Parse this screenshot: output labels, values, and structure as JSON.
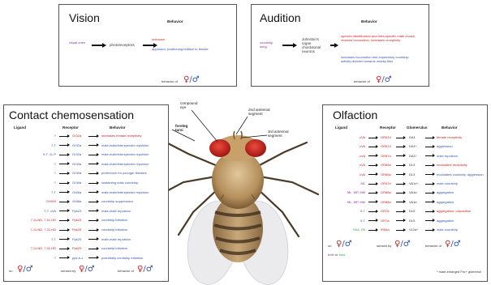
{
  "vision": {
    "title": "Vision",
    "behavior_header": "Behavior",
    "cue": "visual cues",
    "receptor": "photoreceptors",
    "behaviors": [
      "unknown",
      "approach, positioning relative to female"
    ],
    "footer": "behavior of"
  },
  "audition": {
    "title": "Audition",
    "behavior_header": "Behavior",
    "cue": "courtship song",
    "receptor": "Johnston's organ chordotonal neurons",
    "behaviors": [
      "species identification and intra-specific mate choice, reduces locomotion, increases receptivity",
      "increases locomotion and exploratory courtship activity directed towards nearby flies"
    ],
    "footer": "behavior of"
  },
  "contact": {
    "title": "Contact chemosensation",
    "headers": [
      "Ligand",
      "Receptor",
      "Behavior"
    ],
    "rows": [
      {
        "ligand": "?",
        "receptor": "Gr32a",
        "behavior": "increases female receptivity"
      },
      {
        "ligand": "7-T",
        "receptor": "Gr32a",
        "behavior": "male-male/interspecies repulsion"
      },
      {
        "ligand": "9-T, 11-P",
        "receptor": "Gr32a",
        "behavior": "male-male/interspecies repulsion"
      },
      {
        "ligand": "?",
        "receptor": "Gr33a",
        "behavior": "male-male/interspecies repulsion"
      },
      {
        "ligand": "?",
        "receptor": "Gr39a",
        "behavior": "preference for younger females"
      },
      {
        "ligand": "?",
        "receptor": "Gr39a",
        "behavior": "sustaining male courtship"
      },
      {
        "ligand": "7-T",
        "receptor": "Gr66a",
        "behavior": "male-male/interspecies repulsion"
      },
      {
        "ligand": "CH503",
        "receptor": "Gr68a",
        "behavior": "courtship suppression"
      },
      {
        "ligand": "7-T, cVA",
        "receptor": "Ppk23",
        "behavior": "male-male repulsion"
      },
      {
        "ligand": "7,11-ND, 7,11-HD",
        "receptor": "Ppk23",
        "behavior": "courtship initiation"
      },
      {
        "ligand": "7,11-ND, 7,11-HD",
        "receptor": "Ppk25",
        "behavior": "courtship initiation"
      },
      {
        "ligand": "7-T",
        "receptor": "Ppk29",
        "behavior": "male-male repulsion"
      },
      {
        "ligand": "7,11-ND, 7,11-HD",
        "receptor": "Ppk29",
        "behavior": "courtship initiation"
      },
      {
        "ligand": "?",
        "receptor": "ppk-b-z",
        "behavior": "potentially courtship initiation"
      }
    ],
    "footer": [
      "on",
      "sensed by",
      "behavior of"
    ]
  },
  "olfaction": {
    "title": "Olfaction",
    "headers": [
      "Ligand",
      "Receptor",
      "Glomerulus",
      "Behavior"
    ],
    "rows": [
      {
        "ligand": "cVA",
        "receptor": "OR67d",
        "glomerulus": "DA1",
        "behavior": "female receptivity"
      },
      {
        "ligand": "cVA",
        "receptor": "OR67d",
        "glomerulus": "DA1*",
        "behavior": "aggression"
      },
      {
        "ligand": "cVA",
        "receptor": "OR67d",
        "glomerulus": "DA1*",
        "behavior": "male repulsion"
      },
      {
        "ligand": "cVA",
        "receptor": "OR65a",
        "glomerulus": "DL3",
        "behavior": "modulates receptivity"
      },
      {
        "ligand": "cVA",
        "receptor": "OR65a",
        "glomerulus": "DL3",
        "behavior": "modulates courtship, aggression"
      },
      {
        "ligand": "ML",
        "receptor": "OR47b",
        "glomerulus": "VA1v*",
        "behavior": "male courtship"
      },
      {
        "ligand": "ML, MP, MM",
        "receptor": "OR88a",
        "glomerulus": "VA1d",
        "behavior": "aggregation"
      },
      {
        "ligand": "ML, MP, MM",
        "receptor": "OR88a",
        "glomerulus": "VA1d",
        "behavior": "aggregation"
      },
      {
        "ligand": "9-T",
        "receptor": "OR7a",
        "glomerulus": "DL5",
        "behavior": "aggregation, oviposition"
      },
      {
        "ligand": "9-T",
        "receptor": "OR7a",
        "glomerulus": "DL5",
        "behavior": "aggregation"
      },
      {
        "ligand": "PAA, PA",
        "receptor": "IR84a",
        "glomerulus": "VL2a*",
        "behavior": "male courtship"
      }
    ],
    "footer": [
      "on",
      "sensed by",
      "behavior of"
    ],
    "legend": "both or food",
    "note": "* male-enlarged Fru+ glomeruli"
  },
  "fly_labels": {
    "compound_eye": "compound eye",
    "antennal_2": "2nd antennal segment",
    "antennal_3": "3rd antennal segment",
    "foreleg": "foreleg tarsi"
  },
  "colors": {
    "female": "#cc2222",
    "male": "#3355aa",
    "both": "#883399",
    "food": "#33aa33"
  }
}
